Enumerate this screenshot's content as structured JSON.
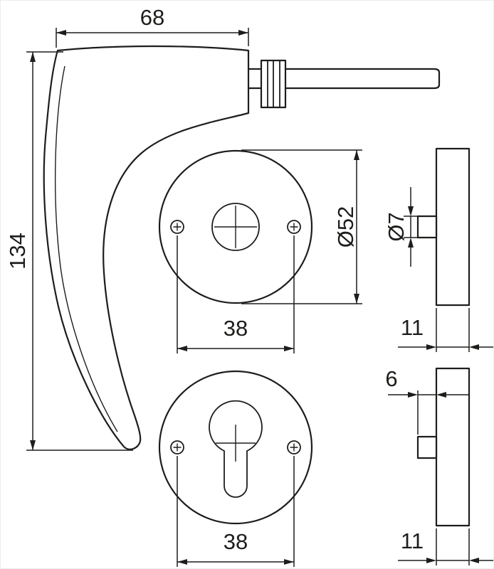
{
  "colors": {
    "line": "#1d1d1b",
    "background": "#ffffff"
  },
  "dimensions": {
    "front_view": {
      "lever_length": "68",
      "lever_height": "134",
      "rose_diameter": "Ø52",
      "screw_spacing_top": "38",
      "screw_spacing_bottom": "38"
    },
    "side_view": {
      "pin_diameter": "Ø7",
      "rose_thickness_top": "11",
      "pin_depth": "6",
      "rose_thickness_bottom": "11"
    }
  }
}
